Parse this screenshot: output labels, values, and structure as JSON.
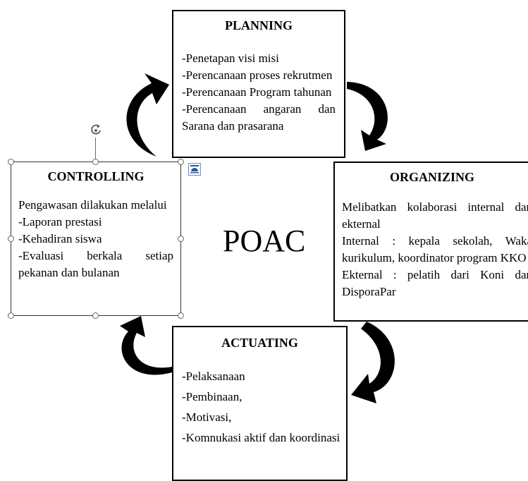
{
  "center": {
    "label": "POAC"
  },
  "planning": {
    "title": "PLANNING",
    "lines": [
      "-Penetapan visi misi",
      "-Perencanaan proses rekrutmen",
      "-Perencanaan Program tahunan",
      "-Perencanaan  angaran  dan",
      "Sarana dan prasarana"
    ]
  },
  "organizing": {
    "title": "ORGANIZING",
    "lines": [
      "Melibatkan kolaborasi internal dan ekternal",
      "Internal : kepala sekolah, Waka kurikulum, koordinator program KKO",
      "Ekternal : pelatih dari Koni dan DisporaPar"
    ]
  },
  "actuating": {
    "title": "ACTUATING",
    "lines": [
      "-Pelaksanaan",
      "-Pembinaan,",
      "-Motivasi,",
      "-Komnukasi aktif dan koordinasi"
    ]
  },
  "controlling": {
    "title": "CONTROLLING",
    "lines": [
      "Pengawasan dilakukan melalui",
      "-Laporan prestasi",
      "-Kehadiran siswa",
      "-Evaluasi  berkala  setiap",
      "pekanan dan bulanan"
    ]
  },
  "icons": {
    "rotate": "rotate-handle-icon",
    "layout": "layout-options-icon",
    "arrows": "curved-arrow-icon"
  }
}
